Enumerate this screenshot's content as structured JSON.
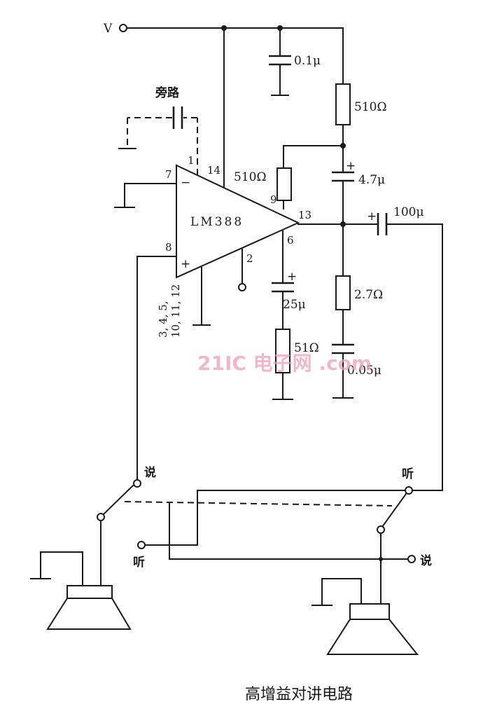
{
  "title": "高增益对讲电路",
  "watermark": "21IC 电子网 .com",
  "supply_label": "V",
  "bypass_label": "旁路",
  "ic": {
    "name": "LM388",
    "minus": "−",
    "plus": "+",
    "pins": {
      "p1": "1",
      "p14": "14",
      "p7": "7",
      "p8": "8",
      "p9": "9",
      "p13": "13",
      "p6": "6",
      "p2": "2"
    },
    "ground_pins_line1": "3, 4, 5,",
    "ground_pins_line2": "10, 11, 12"
  },
  "components": {
    "c_supply": "0.1μ",
    "r_supply": "510Ω",
    "r_feedback": "510Ω",
    "c_boot": "4.7μ",
    "c_out": "100μ",
    "c_pin6": "25μ",
    "r_pin6": "51Ω",
    "r_snubber": "2.7Ω",
    "c_snubber": "0.05μ"
  },
  "polarity": {
    "c_boot": "+",
    "c_out": "+",
    "c_pin6": "+"
  },
  "switches": {
    "left_talk": "说",
    "left_listen": "听",
    "right_listen": "听",
    "right_talk": "说"
  }
}
